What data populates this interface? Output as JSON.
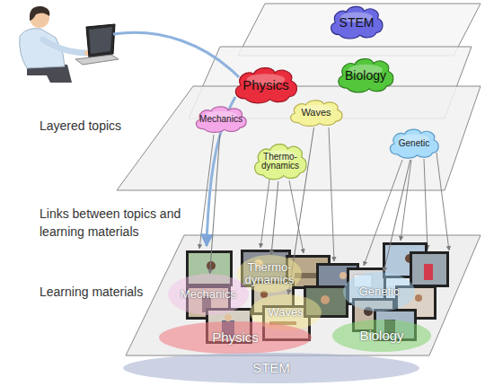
{
  "diagram": {
    "nodes": [
      {
        "text": [
          "STEM"
        ]
      },
      {
        "text": [
          "Physics"
        ]
      },
      {
        "text": [
          "Biology"
        ]
      },
      {
        "text": [
          "Waves"
        ]
      },
      {
        "text": [
          "Mechanics"
        ]
      },
      {
        "text": [
          "Thermo- dynamics"
        ]
      },
      {
        "text": [
          "Genetic"
        ]
      },
      {
        "text": [
          "Thermo- dynamics"
        ]
      },
      {
        "text": [
          "Mechanics"
        ]
      },
      {
        "text": [
          "Genetic"
        ]
      },
      {
        "text": [
          "Waves"
        ]
      },
      {
        "text": [
          "Physics"
        ]
      },
      {
        "text": [
          "Biology"
        ]
      },
      {
        "text": [
          "STEM"
        ]
      }
    ],
    "edges": [
      {
        "from": 4,
        "to": 8,
        "arrow": "to"
      },
      {
        "from": 5,
        "to": 7,
        "arrow": "to"
      },
      {
        "from": 3,
        "to": 10,
        "arrow": "to"
      },
      {
        "from": 6,
        "to": 9,
        "arrow": "to"
      }
    ],
    "labels": [
      "Layered topics",
      "Links between topics and learning materials",
      "Learning materials"
    ]
  }
}
